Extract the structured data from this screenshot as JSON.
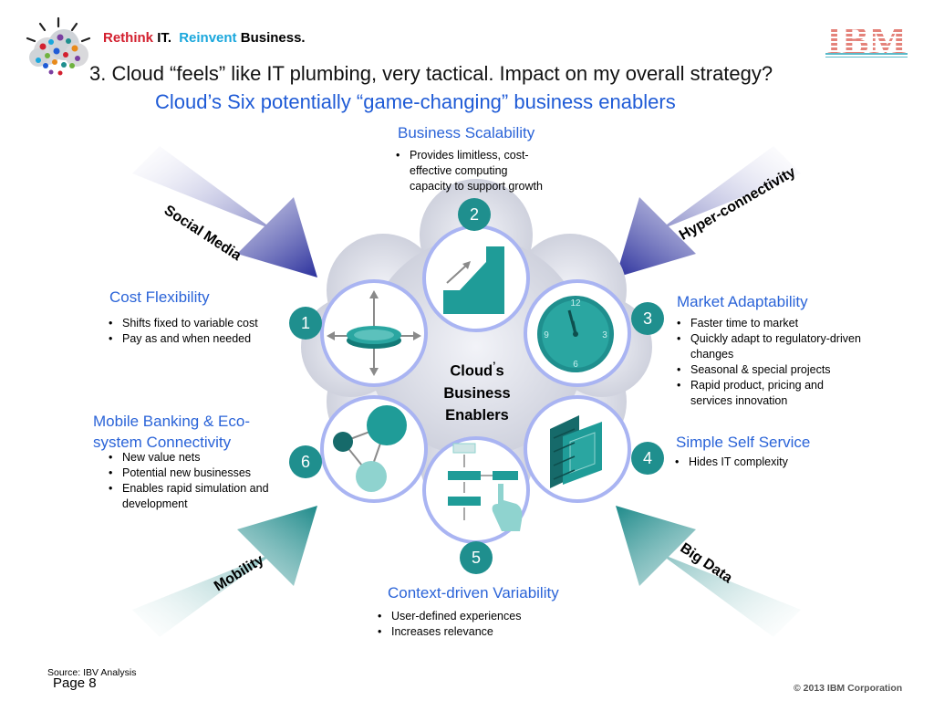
{
  "header": {
    "tagline": {
      "rethink": "Rethink",
      "it": "IT.",
      "reinvent": "Reinvent",
      "business": "Business."
    },
    "question": "3. Cloud “feels” like IT plumbing, very tactical. Impact on my overall strategy?",
    "subtitle": "Cloud’s Six potentially “game-changing” business enablers",
    "logo": "IBM"
  },
  "center": {
    "line1": "Cloud",
    "mark": "’",
    "line2": "s",
    "line3": "Business",
    "line4": "Enablers"
  },
  "enablers": [
    {
      "num": "1",
      "title": "Cost Flexibility",
      "bullets": [
        "Shifts fixed to variable cost",
        "Pay as and when needed"
      ],
      "icon": "balance-disc-icon"
    },
    {
      "num": "2",
      "title": "Business Scalability",
      "bullets": [
        "Provides limitless, cost-effective computing capacity to support growth"
      ],
      "icon": "growth-stairs-icon"
    },
    {
      "num": "3",
      "title": "Market Adaptability",
      "bullets": [
        "Faster time to market",
        "Quickly adapt to regulatory-driven changes",
        "Seasonal & special projects",
        "Rapid product, pricing and services innovation"
      ],
      "icon": "clock-icon"
    },
    {
      "num": "4",
      "title": "Simple Self Service",
      "bullets": [
        "Hides IT complexity"
      ],
      "icon": "chip-icon"
    },
    {
      "num": "5",
      "title": "Context-driven Variability",
      "bullets": [
        "User-defined experiences",
        "Increases relevance"
      ],
      "icon": "flow-hand-icon"
    },
    {
      "num": "6",
      "title": "Mobile Banking & Eco-system Connectivity",
      "bullets": [
        "New value nets",
        "Potential new businesses",
        "Enables rapid simulation and development"
      ],
      "icon": "network-nodes-icon"
    }
  ],
  "clock": {
    "n12": "12",
    "n3": "3",
    "n6": "6",
    "n9": "9"
  },
  "arrows": {
    "social": "Social Media",
    "hyper": "Hyper-connectivity",
    "mobility": "Mobility",
    "bigdata": "Big Data"
  },
  "colors": {
    "accent_blue": "#2b64d8",
    "teal": "#1f8f8e",
    "red": "#d3202f",
    "navy_arrow": "#2a2f9c",
    "teal_arrow": "#1e8a8a"
  },
  "footer": {
    "source": "Source:  IBV Analysis",
    "page": "Page 8",
    "copyright": "© 2013 IBM Corporation"
  }
}
